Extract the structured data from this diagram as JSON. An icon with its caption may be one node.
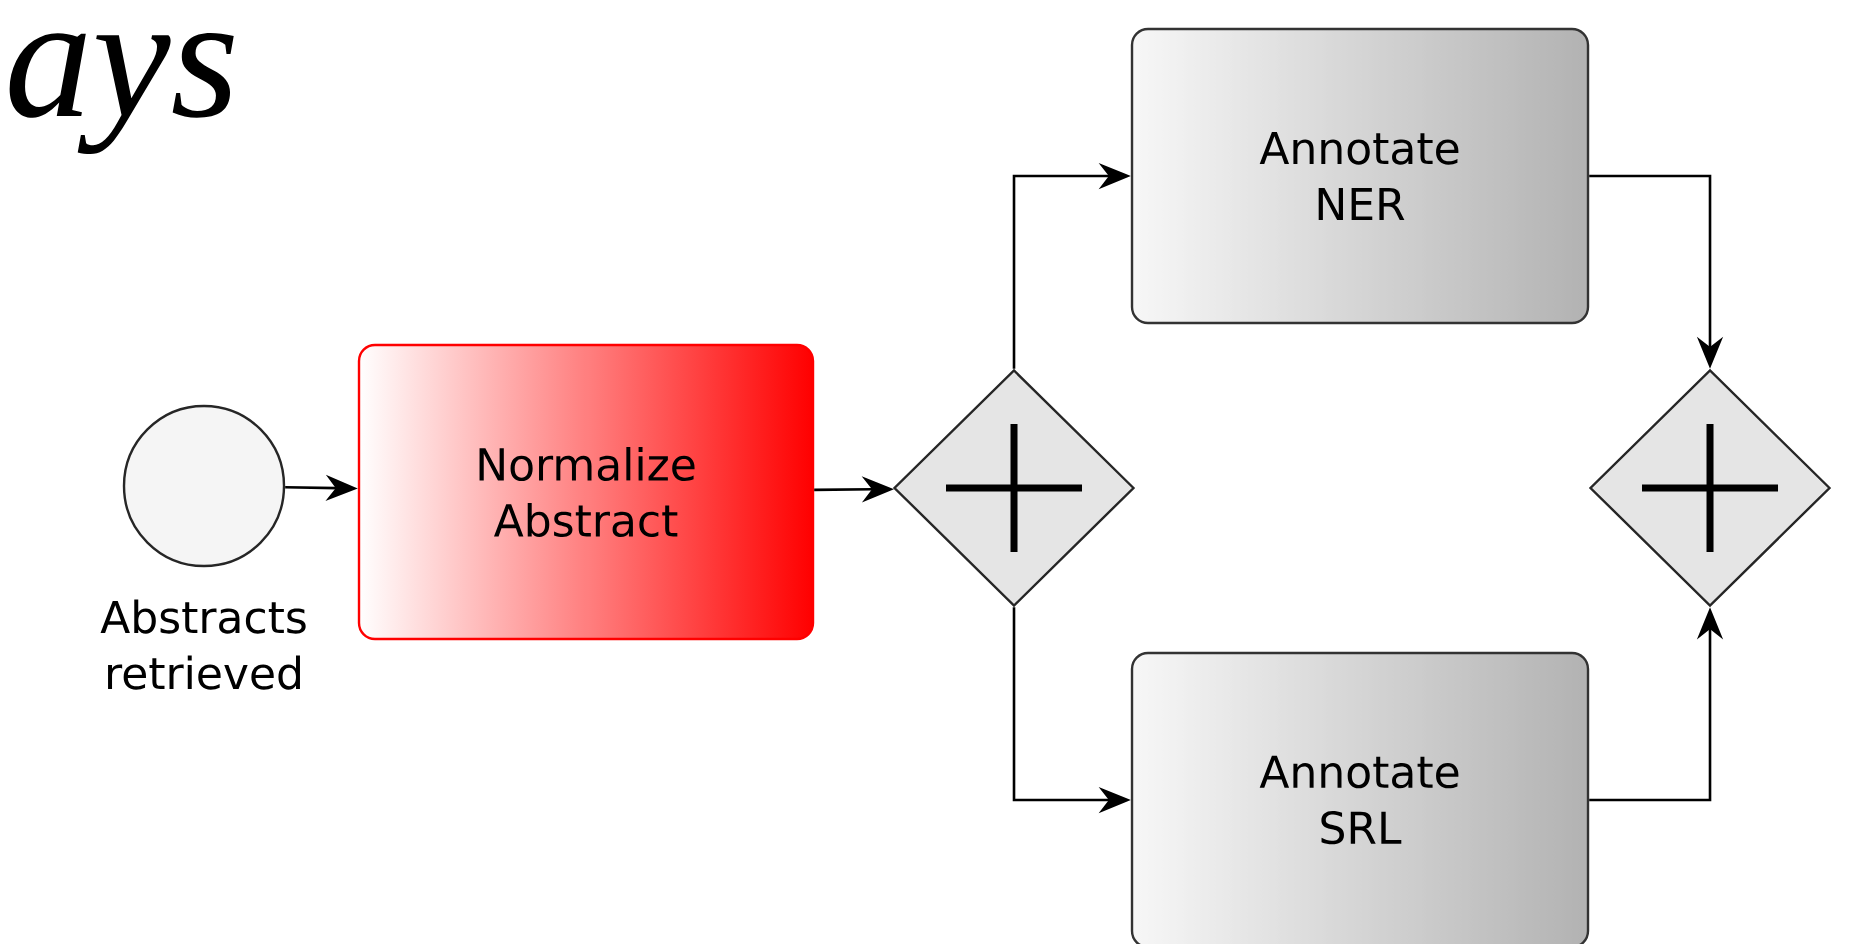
{
  "diagram": {
    "nodes": [
      {
        "text": [],
        "shape": "circle",
        "beside": [
          "Abstracts retrieved"
        ]
      },
      {
        "text": [
          "Normalize Abstract"
        ]
      },
      {
        "text": [],
        "shape": "diamond"
      },
      {
        "text": [
          "Annotate NER"
        ]
      },
      {
        "text": [
          "Annotate SRL"
        ]
      },
      {
        "text": [],
        "shape": "diamond"
      }
    ],
    "edges": [
      {
        "from": 0,
        "to": 1,
        "arrow": "to"
      },
      {
        "from": 1,
        "to": 2,
        "arrow": "to"
      },
      {
        "from": 2,
        "to": 3,
        "arrow": "to"
      },
      {
        "from": 2,
        "to": 4,
        "arrow": "to"
      },
      {
        "from": 3,
        "to": 5,
        "arrow": "to"
      },
      {
        "from": 4,
        "to": 5,
        "arrow": "to"
      }
    ],
    "labels": [
      "ays"
    ]
  }
}
